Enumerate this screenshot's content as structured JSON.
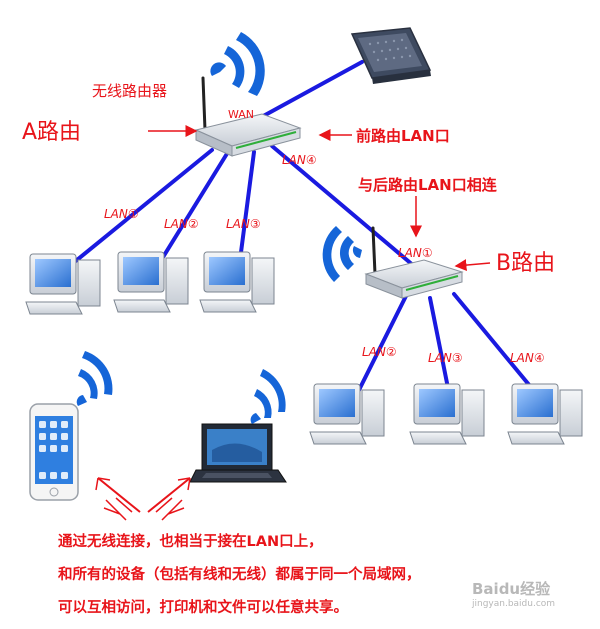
{
  "labels": {
    "wireless_router": "无线路由器",
    "wan": "WAN",
    "router_a": "A路由",
    "router_b": "B路由",
    "front_lan": "前路由LAN口",
    "connect_back": "与后路由LAN口相连",
    "a_lan1": "LAN①",
    "a_lan2": "LAN②",
    "a_lan3": "LAN③",
    "a_lan4": "LAN④",
    "b_lan1": "LAN①",
    "b_lan2": "LAN②",
    "b_lan3": "LAN③",
    "b_lan4": "LAN④"
  },
  "notes": {
    "line1": "通过无线连接，也相当于接在LAN口上，",
    "line2": "和所有的设备（包括有线和无线）都属于同一个局域网，",
    "line3": "可以互相访问，打印机和文件可以任意共享。"
  },
  "watermark": {
    "main": "Baidu经验",
    "sub": "jingyan.baidu.com"
  },
  "colors": {
    "cable": "#1a1ae0",
    "label_red": "#e8141a",
    "wifi_blue": "#1565d8",
    "device_body": "#e8ecf0"
  }
}
